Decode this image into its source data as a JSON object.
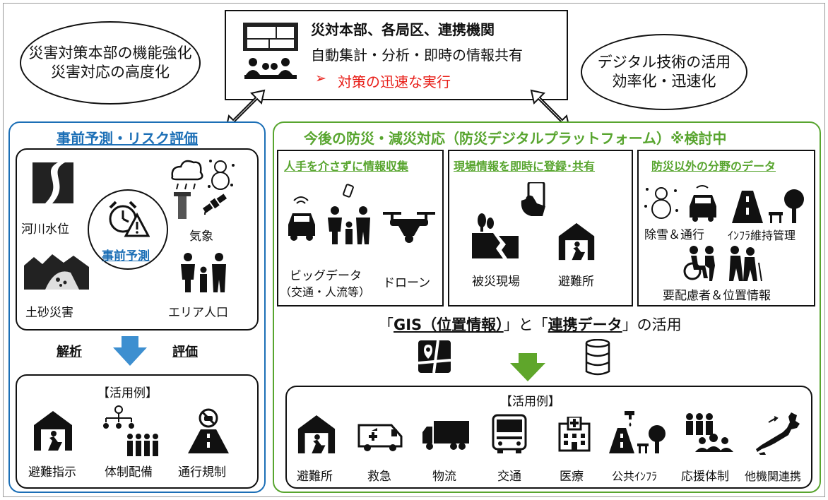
{
  "top": {
    "left_ellipse": [
      "災害対策本部の機能強化",
      "災害対応の高度化"
    ],
    "right_ellipse": [
      "デジタル技術の活用",
      "効率化・迅速化"
    ],
    "center_title": "災対本部、各局区、連携機関",
    "center_line2": "自動集計・分析・即時の情報共有",
    "center_line3_marker": "➢",
    "center_line3": "対策の迅速な実行"
  },
  "left_panel": {
    "title": "事前予測・リスク評価",
    "center_label": "事前予測",
    "items": [
      "河川水位",
      "気象",
      "土砂災害",
      "エリア人口"
    ],
    "analysis": "解析",
    "evaluation": "評価",
    "usecase_title": "【活用例】",
    "usecases": [
      "避難指示",
      "体制配備",
      "通行規制"
    ]
  },
  "right_panel": {
    "title": "今後の防災・減災対応（防災デジタルプラットフォーム）※検討中",
    "box1": {
      "title": "人手を介さずに情報収集",
      "label1": "ビッグデータ",
      "label1b": "（交通・人流等）",
      "label2": "ドローン"
    },
    "box2": {
      "title": "現場情報を即時に登録･共有",
      "label1": "被災現場",
      "label2": "避難所"
    },
    "box3": {
      "title": "防災以外の分野のデータ",
      "label1": "除雪＆通行",
      "label2": "ｲﾝﾌﾗ維持管理",
      "label3": "要配慮者＆位置情報"
    },
    "gis_open": "「",
    "gis_bold": "GIS（位置情報）",
    "gis_mid": "」と「",
    "renkei_bold": "連携データ",
    "gis_close": "」の活用",
    "usecase_title": "【活用例】",
    "usecases": [
      "避難所",
      "救急",
      "物流",
      "交通",
      "医療",
      "公共ｲﾝﾌﾗ",
      "応援体制",
      "他機関連携"
    ]
  },
  "colors": {
    "blue": "#1c6fb6",
    "green": "#58a52f",
    "arrow_blue": "#3d8fd0",
    "arrow_green": "#5fa62b",
    "red": "#e8201a"
  }
}
